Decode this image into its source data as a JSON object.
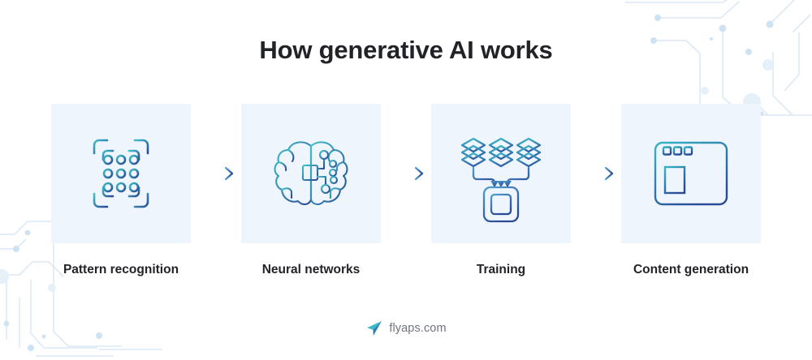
{
  "header": {
    "title": "How generative AI works"
  },
  "steps": [
    {
      "label": "Pattern recognition",
      "icon": "pattern-recognition-icon"
    },
    {
      "label": "Neural networks",
      "icon": "neural-network-brain-chip-icon"
    },
    {
      "label": "Training",
      "icon": "data-layers-to-chip-icon"
    },
    {
      "label": "Content generation",
      "icon": "browser-window-content-icon"
    }
  ],
  "connectors": [
    {
      "icon": "arrow-right-icon"
    },
    {
      "icon": "arrow-right-icon"
    },
    {
      "icon": "arrow-right-icon"
    }
  ],
  "footer": {
    "logo_icon": "paper-plane-icon",
    "logo_text": "flyaps.com"
  },
  "decorations": [
    {
      "name": "circuit-pattern-top-right"
    },
    {
      "name": "circuit-pattern-bottom-left"
    }
  ],
  "colors": {
    "title": "#222328",
    "card_background": "#eff5fd",
    "icon_gradient_start": "#3fc0c8",
    "icon_gradient_end": "#2b4a96",
    "arrow_gradient_start": "#4f9fd0",
    "arrow_gradient_end": "#2b4a96",
    "decoration": "#dce9f5",
    "logo_teal": "#39b9c9",
    "logo_blue": "#2f7fb5",
    "logo_text": "#6f7480",
    "page_background": "#ffffff"
  }
}
